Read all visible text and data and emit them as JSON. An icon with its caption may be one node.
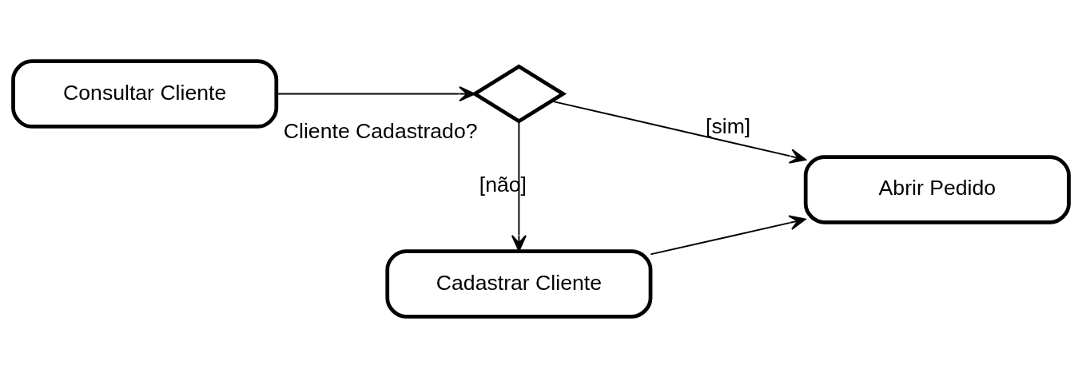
{
  "diagram": {
    "nodes": [
      {
        "text": [
          "Consultar Cliente"
        ]
      },
      {
        "text": [
          "Cliente Cadastrado?"
        ]
      },
      {
        "text": [
          "Abrir Pedido"
        ]
      },
      {
        "text": [
          "Cadastrar Cliente"
        ]
      }
    ],
    "edges": [
      {
        "from": 0,
        "to": 1,
        "arrow": "to"
      },
      {
        "from": 1,
        "to": 2,
        "arrow": "to",
        "label": "[sim]"
      },
      {
        "from": 1,
        "to": 3,
        "arrow": "to",
        "label": "[não]"
      },
      {
        "from": 3,
        "to": 2,
        "arrow": "to"
      }
    ]
  }
}
